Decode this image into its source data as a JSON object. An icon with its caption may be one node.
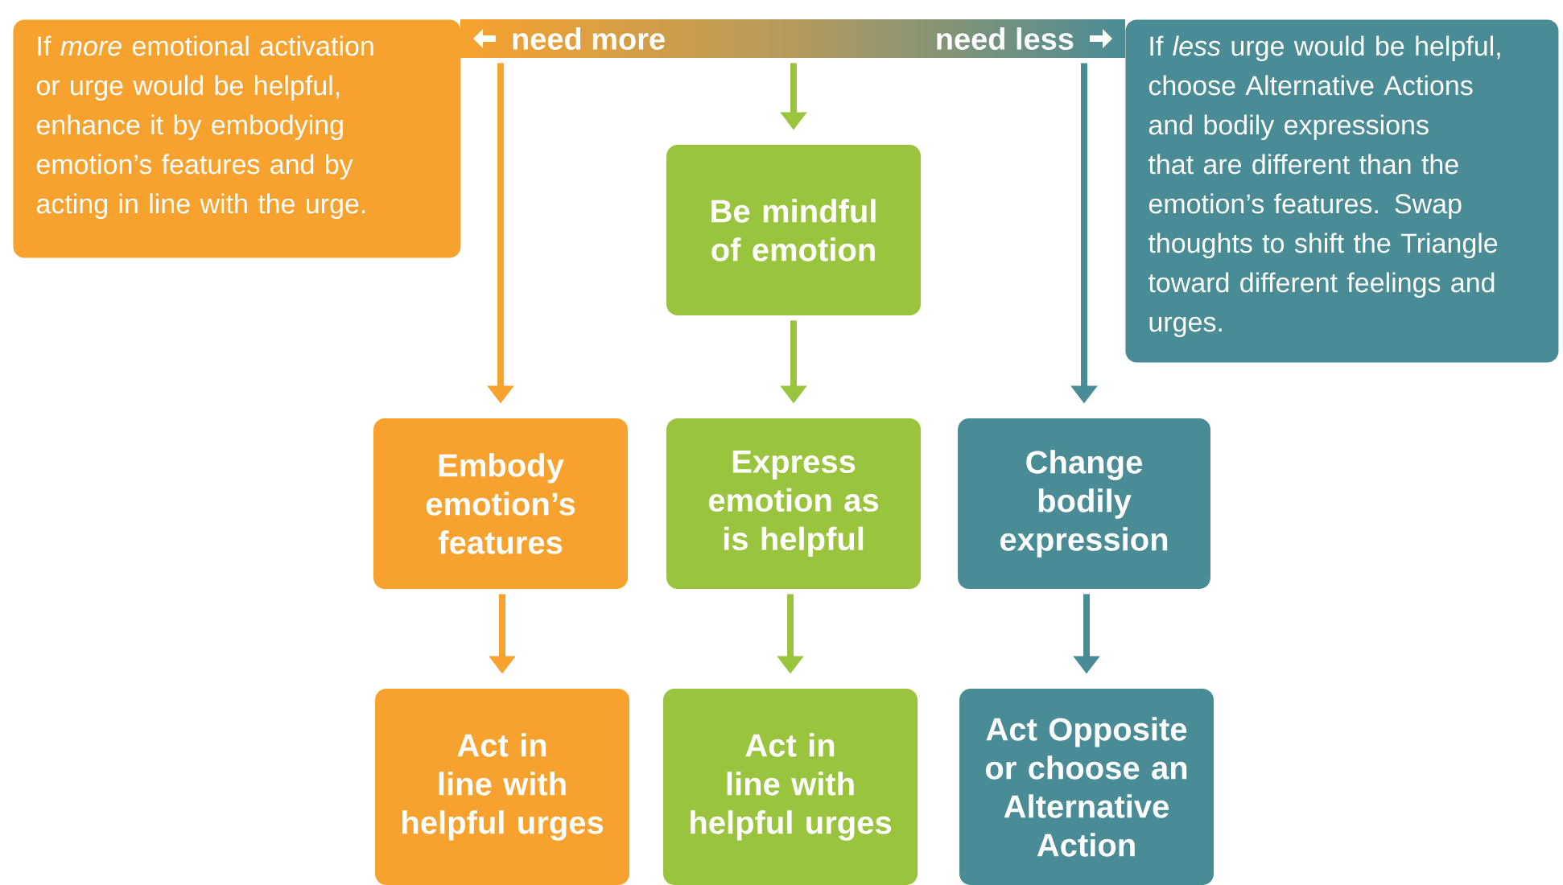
{
  "diagram": {
    "nodes": [
      {
        "text": [
          "If *more* emotional activation or urge would be helpful, enhance it by embodying emotion’s features and by acting in line with the urge."
        ]
      },
      {
        "text": [
          "need more",
          "need less"
        ]
      },
      {
        "text": [
          "If *less* urge would be helpful, choose Alternative Actions and bodily expressions that are different than the emotion’s features. Swap thoughts to shift the Triangle toward different feelings and urges."
        ]
      },
      {
        "text": [
          "Be mindful of emotion"
        ]
      },
      {
        "text": [
          "Embody emotion’s features"
        ]
      },
      {
        "text": [
          "Express emotion as is helpful"
        ]
      },
      {
        "text": [
          "Change bodily expression"
        ]
      },
      {
        "text": [
          "Act in line with helpful urges"
        ]
      },
      {
        "text": [
          "Act in line with helpful urges"
        ]
      },
      {
        "text": [
          "Act Opposite or choose an Alternative Action"
        ]
      }
    ],
    "edges": [
      {
        "from": 1,
        "to": 4,
        "arrow": "to",
        "color": "#f7a22e"
      },
      {
        "from": 1,
        "to": 3,
        "arrow": "to",
        "color": "#9bc43e"
      },
      {
        "from": 1,
        "to": 6,
        "arrow": "to",
        "color": "#4a8c96"
      },
      {
        "from": 3,
        "to": 5,
        "arrow": "to",
        "color": "#9bc43e"
      },
      {
        "from": 4,
        "to": 7,
        "arrow": "to",
        "color": "#f7a22e"
      },
      {
        "from": 5,
        "to": 8,
        "arrow": "to",
        "color": "#9bc43e"
      },
      {
        "from": 6,
        "to": 9,
        "arrow": "to",
        "color": "#4a8c96"
      }
    ]
  }
}
